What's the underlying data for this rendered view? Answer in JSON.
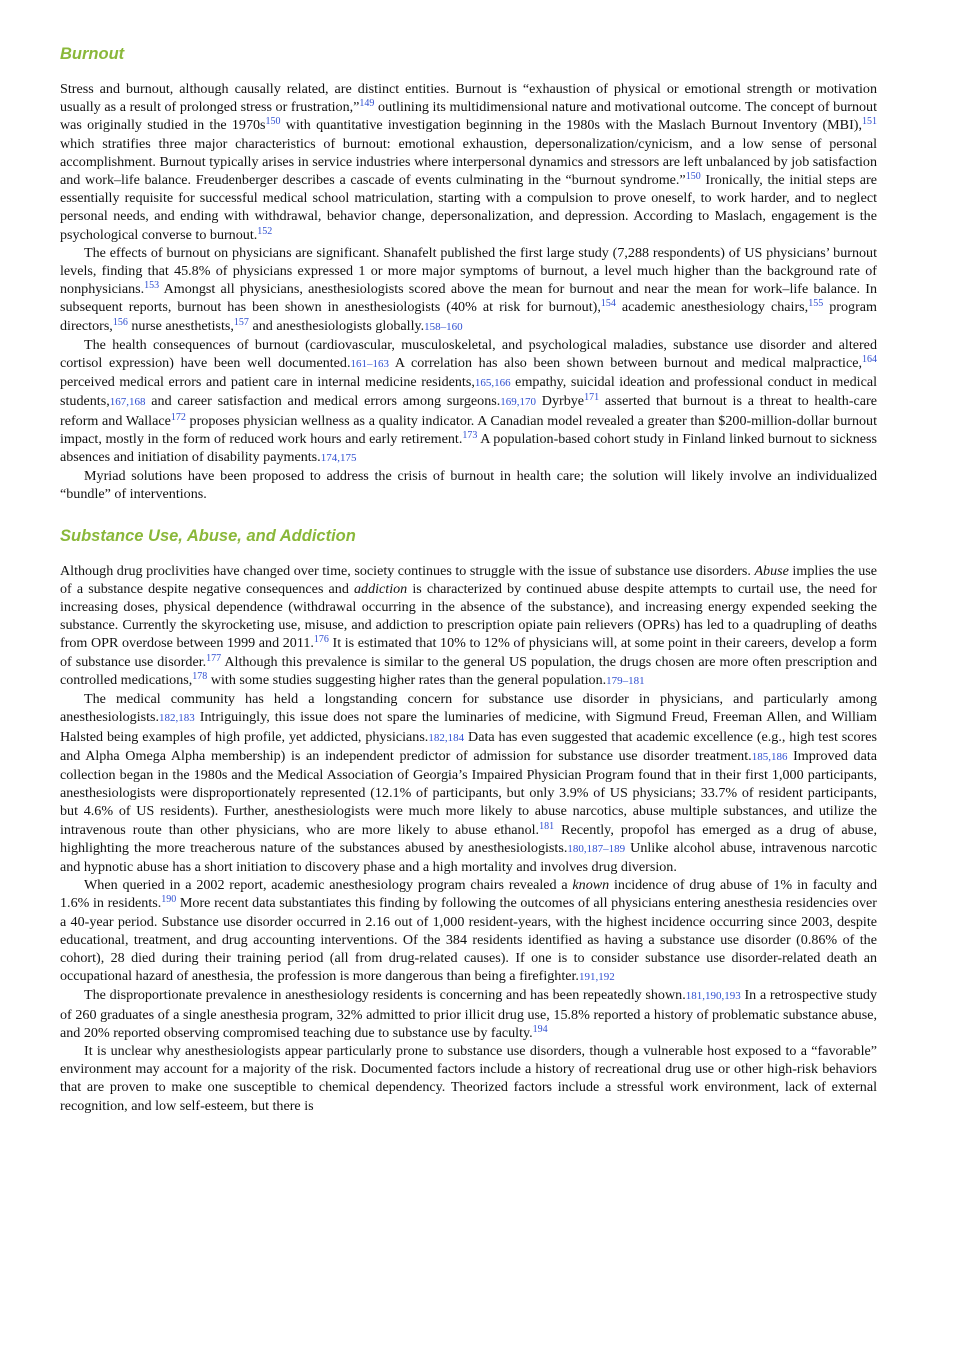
{
  "section1": {
    "heading": "Burnout",
    "paragraphs": [
      [
        {
          "t": "Stress and burnout, although causally related, are distinct entities. Burnout is “exhaustion of physical or emotional strength or motivation usually as a result of prolonged stress or frustration,”"
        },
        {
          "s": "149"
        },
        {
          "t": " outlining its multidimensional nature and motivational outcome. The concept of burnout was originally studied in the 1970s"
        },
        {
          "s": "150"
        },
        {
          "t": " with quantitative investigation beginning in the 1980s with the Maslach Burnout Inventory (MBI),"
        },
        {
          "s": "151"
        },
        {
          "t": " which stratifies three major characteristics of burnout: emotional exhaustion, depersonalization/cynicism, and a low sense of personal accomplishment. Burnout typically arises in service industries where interpersonal dynamics and stressors are left unbalanced by job satisfaction and work–life balance. Freudenberger describes a cascade of events culminating in the “burnout syndrome.”"
        },
        {
          "s": "150"
        },
        {
          "t": " Ironically, the initial steps are essentially requisite for successful medical school matriculation, starting with a compulsion to prove oneself, to work harder, and to neglect personal needs, and ending with withdrawal, behavior change, depersonalization, and depression. According to Maslach, engagement is the psychological converse to burnout."
        },
        {
          "s": "152"
        }
      ],
      [
        {
          "t": "The effects of burnout on physicians are significant. Shanafelt published the first large study (7,288 respondents) of US physicians’ burnout levels, finding that 45.8% of physicians expressed 1 or more major symptoms of burnout, a level much higher than the background rate of nonphysicians."
        },
        {
          "s": "153"
        },
        {
          "t": " Amongst all physicians, anesthesiologists scored above the mean for burnout and near the mean for work–life balance. In subsequent reports, burnout has been shown in anesthesiologists (40% at risk for burnout),"
        },
        {
          "s": "154"
        },
        {
          "t": " academic anesthesiology chairs,"
        },
        {
          "s": "155"
        },
        {
          "t": " program directors,"
        },
        {
          "s": "156"
        },
        {
          "t": " nurse anesthetists,"
        },
        {
          "s": "157"
        },
        {
          "t": " and anesthesiologists globally."
        },
        {
          "r": "158–160"
        }
      ],
      [
        {
          "t": "The health consequences of burnout (cardiovascular, musculoskeletal, and psychological maladies, substance use disorder and altered cortisol expression) have been well documented."
        },
        {
          "r": "161–163"
        },
        {
          "t": " A correlation has also been shown between burnout and medical malpractice,"
        },
        {
          "s": "164"
        },
        {
          "t": " perceived medical errors and patient care in internal medicine residents,"
        },
        {
          "r": "165,166"
        },
        {
          "t": " empathy, suicidal ideation and professional conduct in medical students,"
        },
        {
          "r": "167,168"
        },
        {
          "t": " and career satisfaction and medical errors among surgeons."
        },
        {
          "r": "169,170"
        },
        {
          "t": " Dyrbye"
        },
        {
          "s": "171"
        },
        {
          "t": " asserted that burnout is a threat to health-care reform and Wallace"
        },
        {
          "s": "172"
        },
        {
          "t": " proposes physician wellness as a quality indicator. A Canadian model revealed a greater than $200-million-dollar burnout impact, mostly in the form of reduced work hours and early retirement."
        },
        {
          "s": "173"
        },
        {
          "t": " A population-based cohort study in Finland linked burnout to sickness absences and initiation of disability payments."
        },
        {
          "r": "174,175"
        }
      ],
      [
        {
          "t": "Myriad solutions have been proposed to address the crisis of burnout in health care; the solution will likely involve an individualized “bundle” of interventions."
        }
      ]
    ]
  },
  "section2": {
    "heading": "Substance Use, Abuse, and Addiction",
    "paragraphs": [
      [
        {
          "t": "Although drug proclivities have changed over time, society continues to struggle with the issue of substance use disorders. "
        },
        {
          "i": "Abuse"
        },
        {
          "t": " implies the use of a substance despite negative consequences and "
        },
        {
          "i": "addiction"
        },
        {
          "t": " is characterized by continued abuse despite attempts to curtail use, the need for increasing doses, physical dependence (withdrawal occurring in the absence of the substance), and increasing energy expended seeking the substance. Currently the skyrocketing use, misuse, and addiction to prescription opiate pain relievers (OPRs) has led to a quadrupling of deaths from OPR overdose between 1999 and 2011."
        },
        {
          "s": "176"
        },
        {
          "t": " It is estimated that 10% to 12% of physicians will, at some point in their careers, develop a form of substance use disorder."
        },
        {
          "s": "177"
        },
        {
          "t": " Although this prevalence is similar to the general US population, the drugs chosen are more often prescription and controlled medications,"
        },
        {
          "s": "178"
        },
        {
          "t": " with some studies suggesting higher rates than the general population."
        },
        {
          "r": "179–181"
        }
      ],
      [
        {
          "t": "The medical community has held a longstanding concern for substance use disorder in physicians, and particularly among anesthesiologists."
        },
        {
          "r": "182,183"
        },
        {
          "t": " Intriguingly, this issue does not spare the luminaries of medicine, with Sigmund Freud, Freeman Allen, and William Halsted being examples of high profile, yet addicted, physicians."
        },
        {
          "r": "182,184"
        },
        {
          "t": " Data has even suggested that academic excellence (e.g., high test scores and Alpha Omega Alpha membership) is an independent predictor of admission for substance use disorder treatment."
        },
        {
          "r": "185,186"
        },
        {
          "t": " Improved data collection began in the 1980s and the Medical Association of Georgia’s Impaired Physician Program found that in their first 1,000 participants, anesthesiologists were disproportionately represented (12.1% of participants, but only 3.9% of US physicians; 33.7% of resident participants, but 4.6% of US residents). Further, anesthesiologists were much more likely to abuse narcotics, abuse multiple substances, and utilize the intravenous route than other physicians, who are more likely to abuse ethanol."
        },
        {
          "s": "181"
        },
        {
          "t": " Recently, propofol has emerged as a drug of abuse, highlighting the more treacherous nature of the substances abused by anesthesiologists."
        },
        {
          "r": "180,187–189"
        },
        {
          "t": " Unlike alcohol abuse, intravenous narcotic and hypnotic abuse has a short initiation to discovery phase and a high mortality and involves drug diversion."
        }
      ],
      [
        {
          "t": "When queried in a 2002 report, academic anesthesiology program chairs revealed a "
        },
        {
          "i": "known"
        },
        {
          "t": " incidence of drug abuse of 1% in faculty and 1.6% in residents."
        },
        {
          "s": "190"
        },
        {
          "t": " More recent data substantiates this finding by following the outcomes of all physicians entering anesthesia residencies over a 40-year period. Substance use disorder occurred in 2.16 out of 1,000 resident-years, with the highest incidence occurring since 2003, despite educational, treatment, and drug accounting interventions. Of the 384 residents identified as having a substance use disorder (0.86% of the cohort), 28 died during their training period (all from drug-related causes). If one is to consider substance use disorder-related death an occupational hazard of anesthesia, the profession is more dangerous than being a firefighter."
        },
        {
          "r": "191,192"
        }
      ],
      [
        {
          "t": "The disproportionate prevalence in anesthesiology residents is concerning and has been repeatedly shown."
        },
        {
          "r": "181,190,193"
        },
        {
          "t": " In a retrospective study of 260 graduates of a single anesthesia program, 32% admitted to prior illicit drug use, 15.8% reported a history of problematic substance abuse, and 20% reported observing compromised teaching due to substance use by faculty."
        },
        {
          "s": "194"
        }
      ],
      [
        {
          "t": "It is unclear why anesthesiologists appear particularly prone to substance use disorders, though a vulnerable host exposed to a “favorable” environment may account for a majority of the risk. Documented factors include a history of recreational drug use or other high-risk behaviors that are proven to make one susceptible to chemical dependency. Theorized factors include a stressful work environment, lack of external recognition, and low self-esteem, but there is"
        }
      ]
    ]
  }
}
